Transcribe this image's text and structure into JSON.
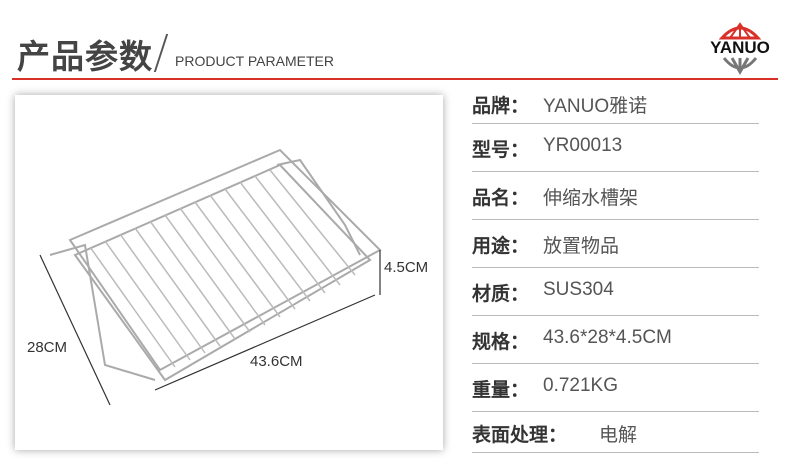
{
  "header": {
    "title": "产品参数",
    "subtitle": "PRODUCT PARAMETER",
    "logo_text": "YANUO",
    "accent_color": "#d9302a"
  },
  "dimensions": {
    "height": "4.5CM",
    "width": "28CM",
    "length": "43.6CM"
  },
  "params": [
    {
      "label": "品牌：",
      "value": "YANUO雅诺"
    },
    {
      "label": "型号：",
      "value": "YR00013"
    },
    {
      "label": "品名：",
      "value": "伸缩水槽架"
    },
    {
      "label": "用途：",
      "value": "放置物品"
    },
    {
      "label": "材质：",
      "value": "SUS304"
    },
    {
      "label": "规格：",
      "value": "43.6*28*4.5CM"
    },
    {
      "label": "重量：",
      "value": "0.721KG"
    },
    {
      "label": "表面处理：",
      "value": "电解"
    }
  ]
}
